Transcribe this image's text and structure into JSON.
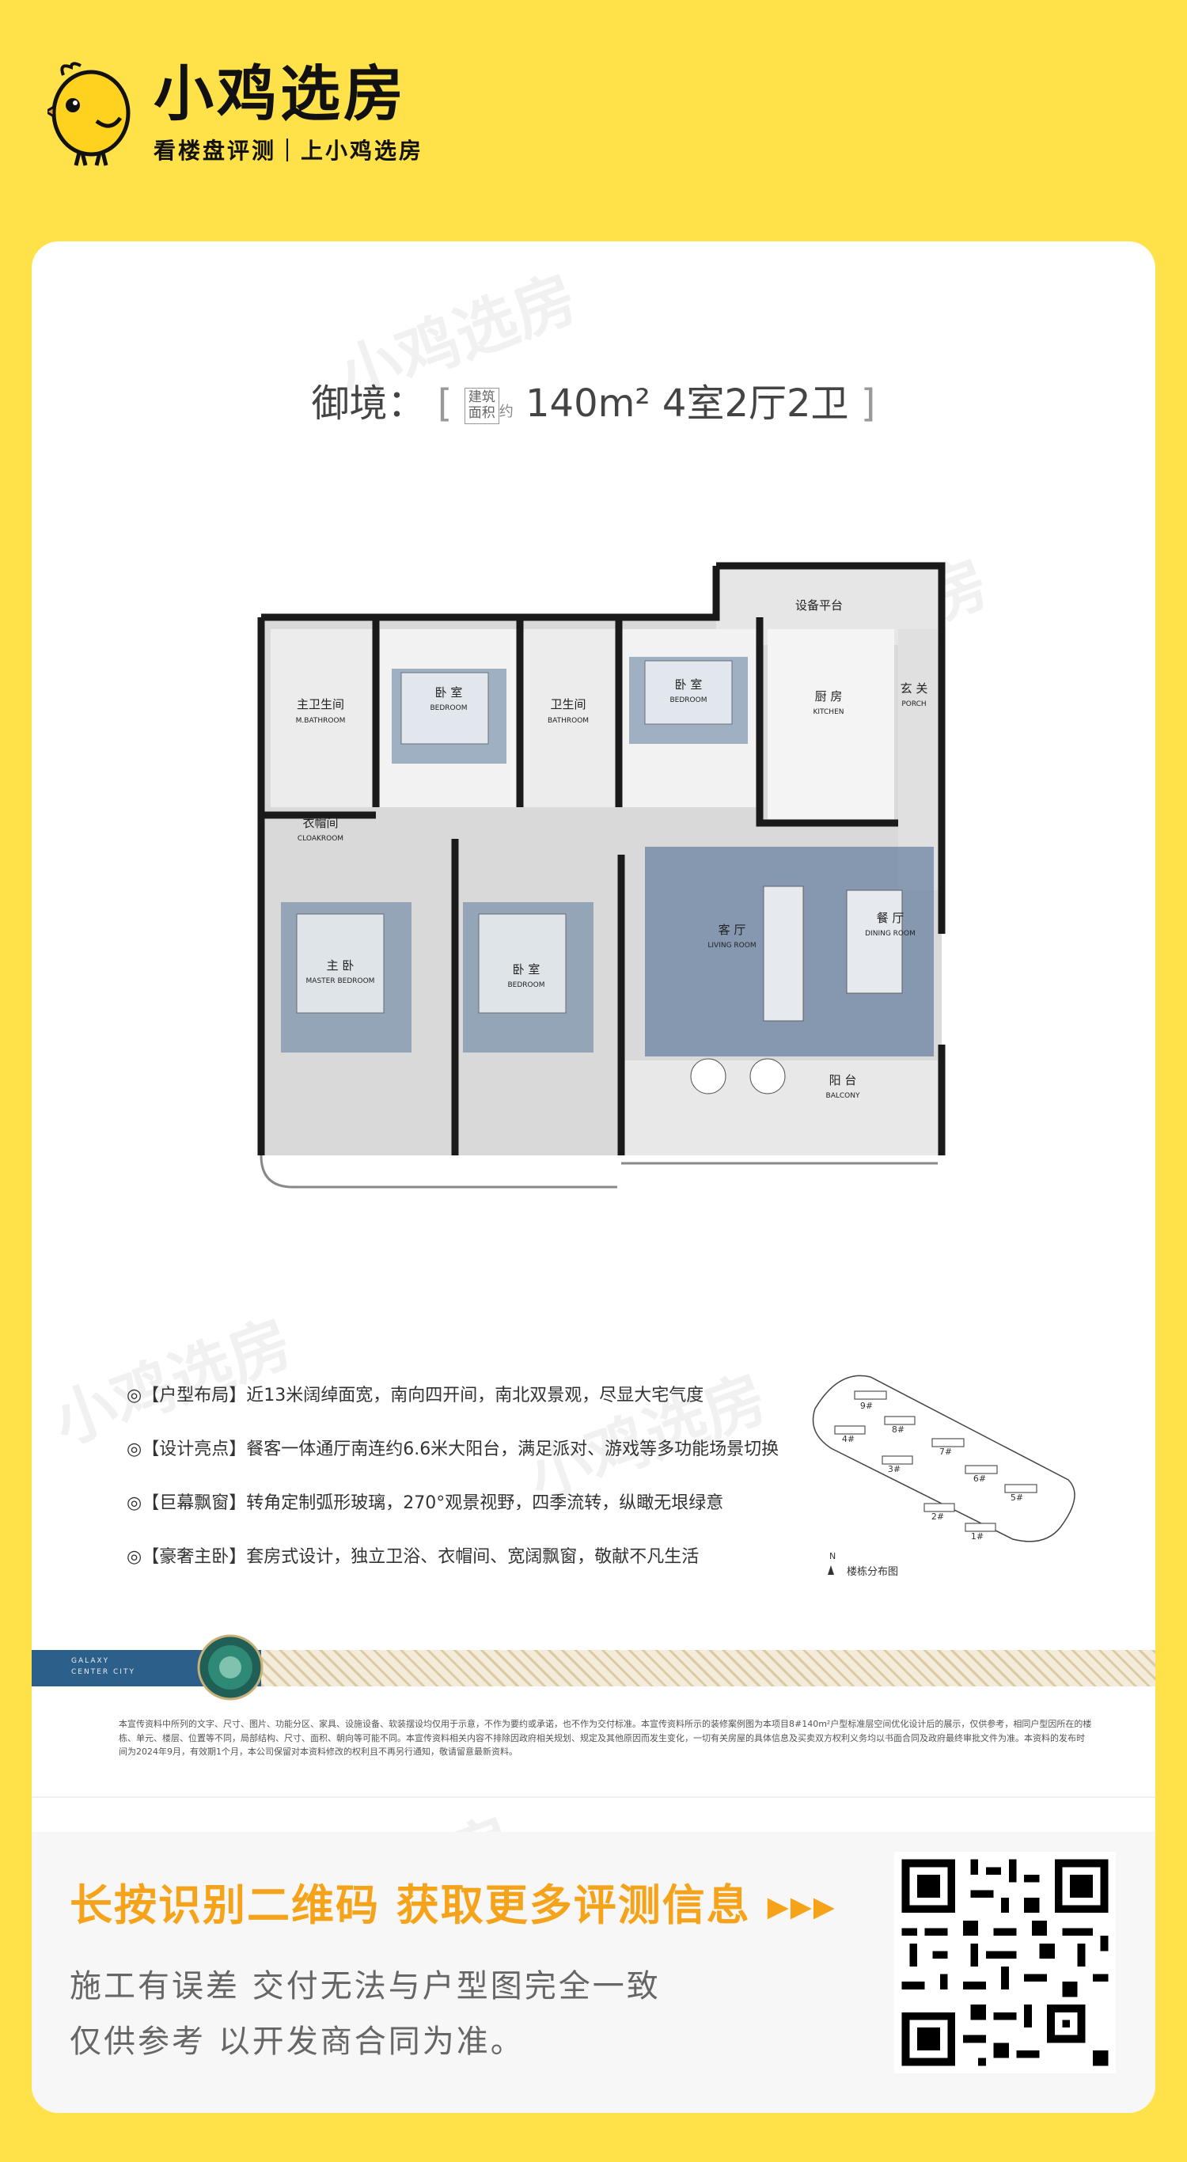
{
  "brand": {
    "name": "小鸡选房",
    "slogan": "看楼盘评测｜上小鸡选房"
  },
  "title": {
    "project": "御境：",
    "area_tag_top": "建筑",
    "area_tag_bottom": "面积",
    "area_tag_suffix": "约",
    "area": "140m²",
    "layout": "4室2厅2卫"
  },
  "rooms": {
    "m_bath_cn": "主卫生间",
    "m_bath_en": "M.BATHROOM",
    "bed1_cn": "卧 室",
    "bed1_en": "BEDROOM",
    "bath_cn": "卫生间",
    "bath_en": "BATHROOM",
    "bed2_cn": "卧 室",
    "bed2_en": "BEDROOM",
    "equip": "设备平台",
    "kitchen_cn": "厨 房",
    "kitchen_en": "KITCHEN",
    "porch_cn": "玄 关",
    "porch_en": "PORCH",
    "cloak_cn": "衣帽间",
    "cloak_en": "CLOAKROOM",
    "master_cn": "主 卧",
    "master_en": "MASTER BEDROOM",
    "bed3_cn": "卧 室",
    "bed3_en": "BEDROOM",
    "living_cn": "客 厅",
    "living_en": "LIVING ROOM",
    "dining_cn": "餐 厅",
    "dining_en": "DINING ROOM",
    "balcony_cn": "阳 台",
    "balcony_en": "BALCONY"
  },
  "features": [
    "◎【户型布局】近13米阔绰面宽，南向四开间，南北双景观，尽显大宅气度",
    "◎【设计亮点】餐客一体通厅南连约6.6米大阳台，满足派对、游戏等多功能场景切换",
    "◎【巨幕飘窗】转角定制弧形玻璃，270°观景视野，四季流转，纵瞰无垠绿意",
    "◎【豪奢主卧】套房式设计，独立卫浴、衣帽间、宽阔飘窗，敬献不凡生活"
  ],
  "keyplan": {
    "caption": "楼栋分布图",
    "north": "N",
    "buildings": [
      "9#",
      "4#",
      "8#",
      "7#",
      "3#",
      "6#",
      "5#",
      "2#",
      "1#"
    ]
  },
  "band": {
    "line1": "GALAXY",
    "line2": "CENTER CITY"
  },
  "disclaimer": "本宣传资料中所列的文字、尺寸、图片、功能分区、家具、设施设备、软装摆设均仅用于示意，不作为要约或承诺，也不作为交付标准。本宣传资料所示的装修案例图为本项目8#140m²户型标准层空间优化设计后的展示，仅供参考，相同户型因所在的楼栋、单元、楼层、位置等不同，局部结构、尺寸、面积、朝向等可能不同。本宣传资料相关内容不排除因政府相关规划、规定及其他原因而发生变化，一切有关房屋的具体信息及买卖双方权利义务均以书面合同及政府最终审批文件为准。本资料的发布时间为2024年9月，有效期1个月，本公司保留对本资料修改的权利且不再另行通知，敬请留意最新资料。",
  "cta": {
    "title": "长按识别二维码  获取更多评测信息  ▸▸▸",
    "line1": "施工有误差  交付无法与户型图完全一致",
    "line2": "仅供参考  以开发商合同为准。"
  },
  "colors": {
    "bg": "#FFE14A",
    "accent": "#F5A31A",
    "wall": "#1a1a1a",
    "floor": "#d8d8d8",
    "carpet": "#5b7a9c"
  }
}
